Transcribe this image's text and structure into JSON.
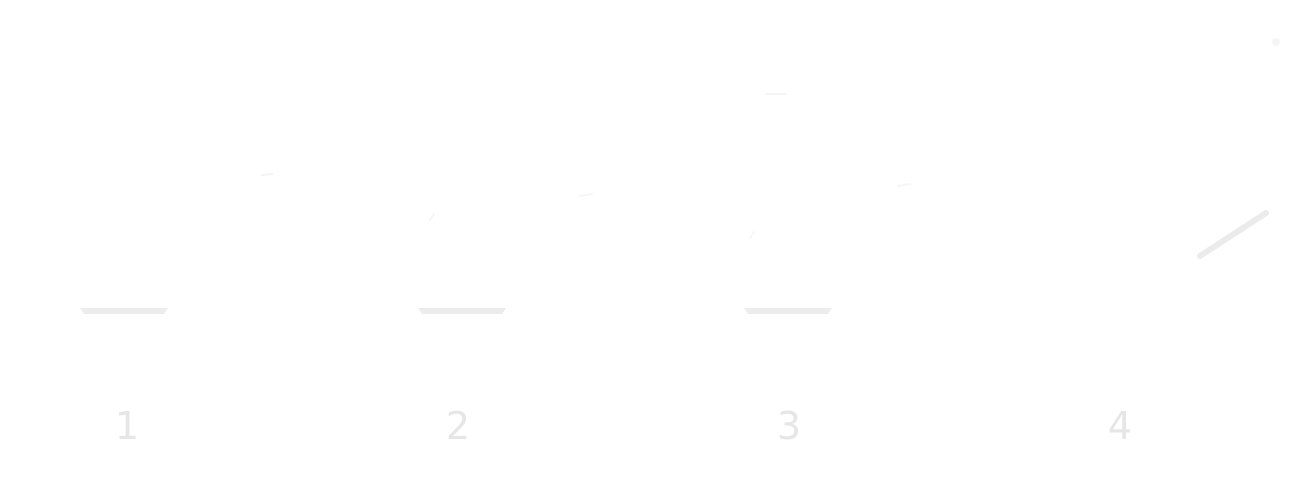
{
  "steps": [
    {
      "label": "1"
    },
    {
      "label": "2"
    },
    {
      "label": "3"
    },
    {
      "label": "4"
    }
  ],
  "colors": {
    "background": "#ffffff",
    "stroke": "#ececec",
    "label": "#e6e6e6",
    "faint": "#f4f4f4"
  }
}
